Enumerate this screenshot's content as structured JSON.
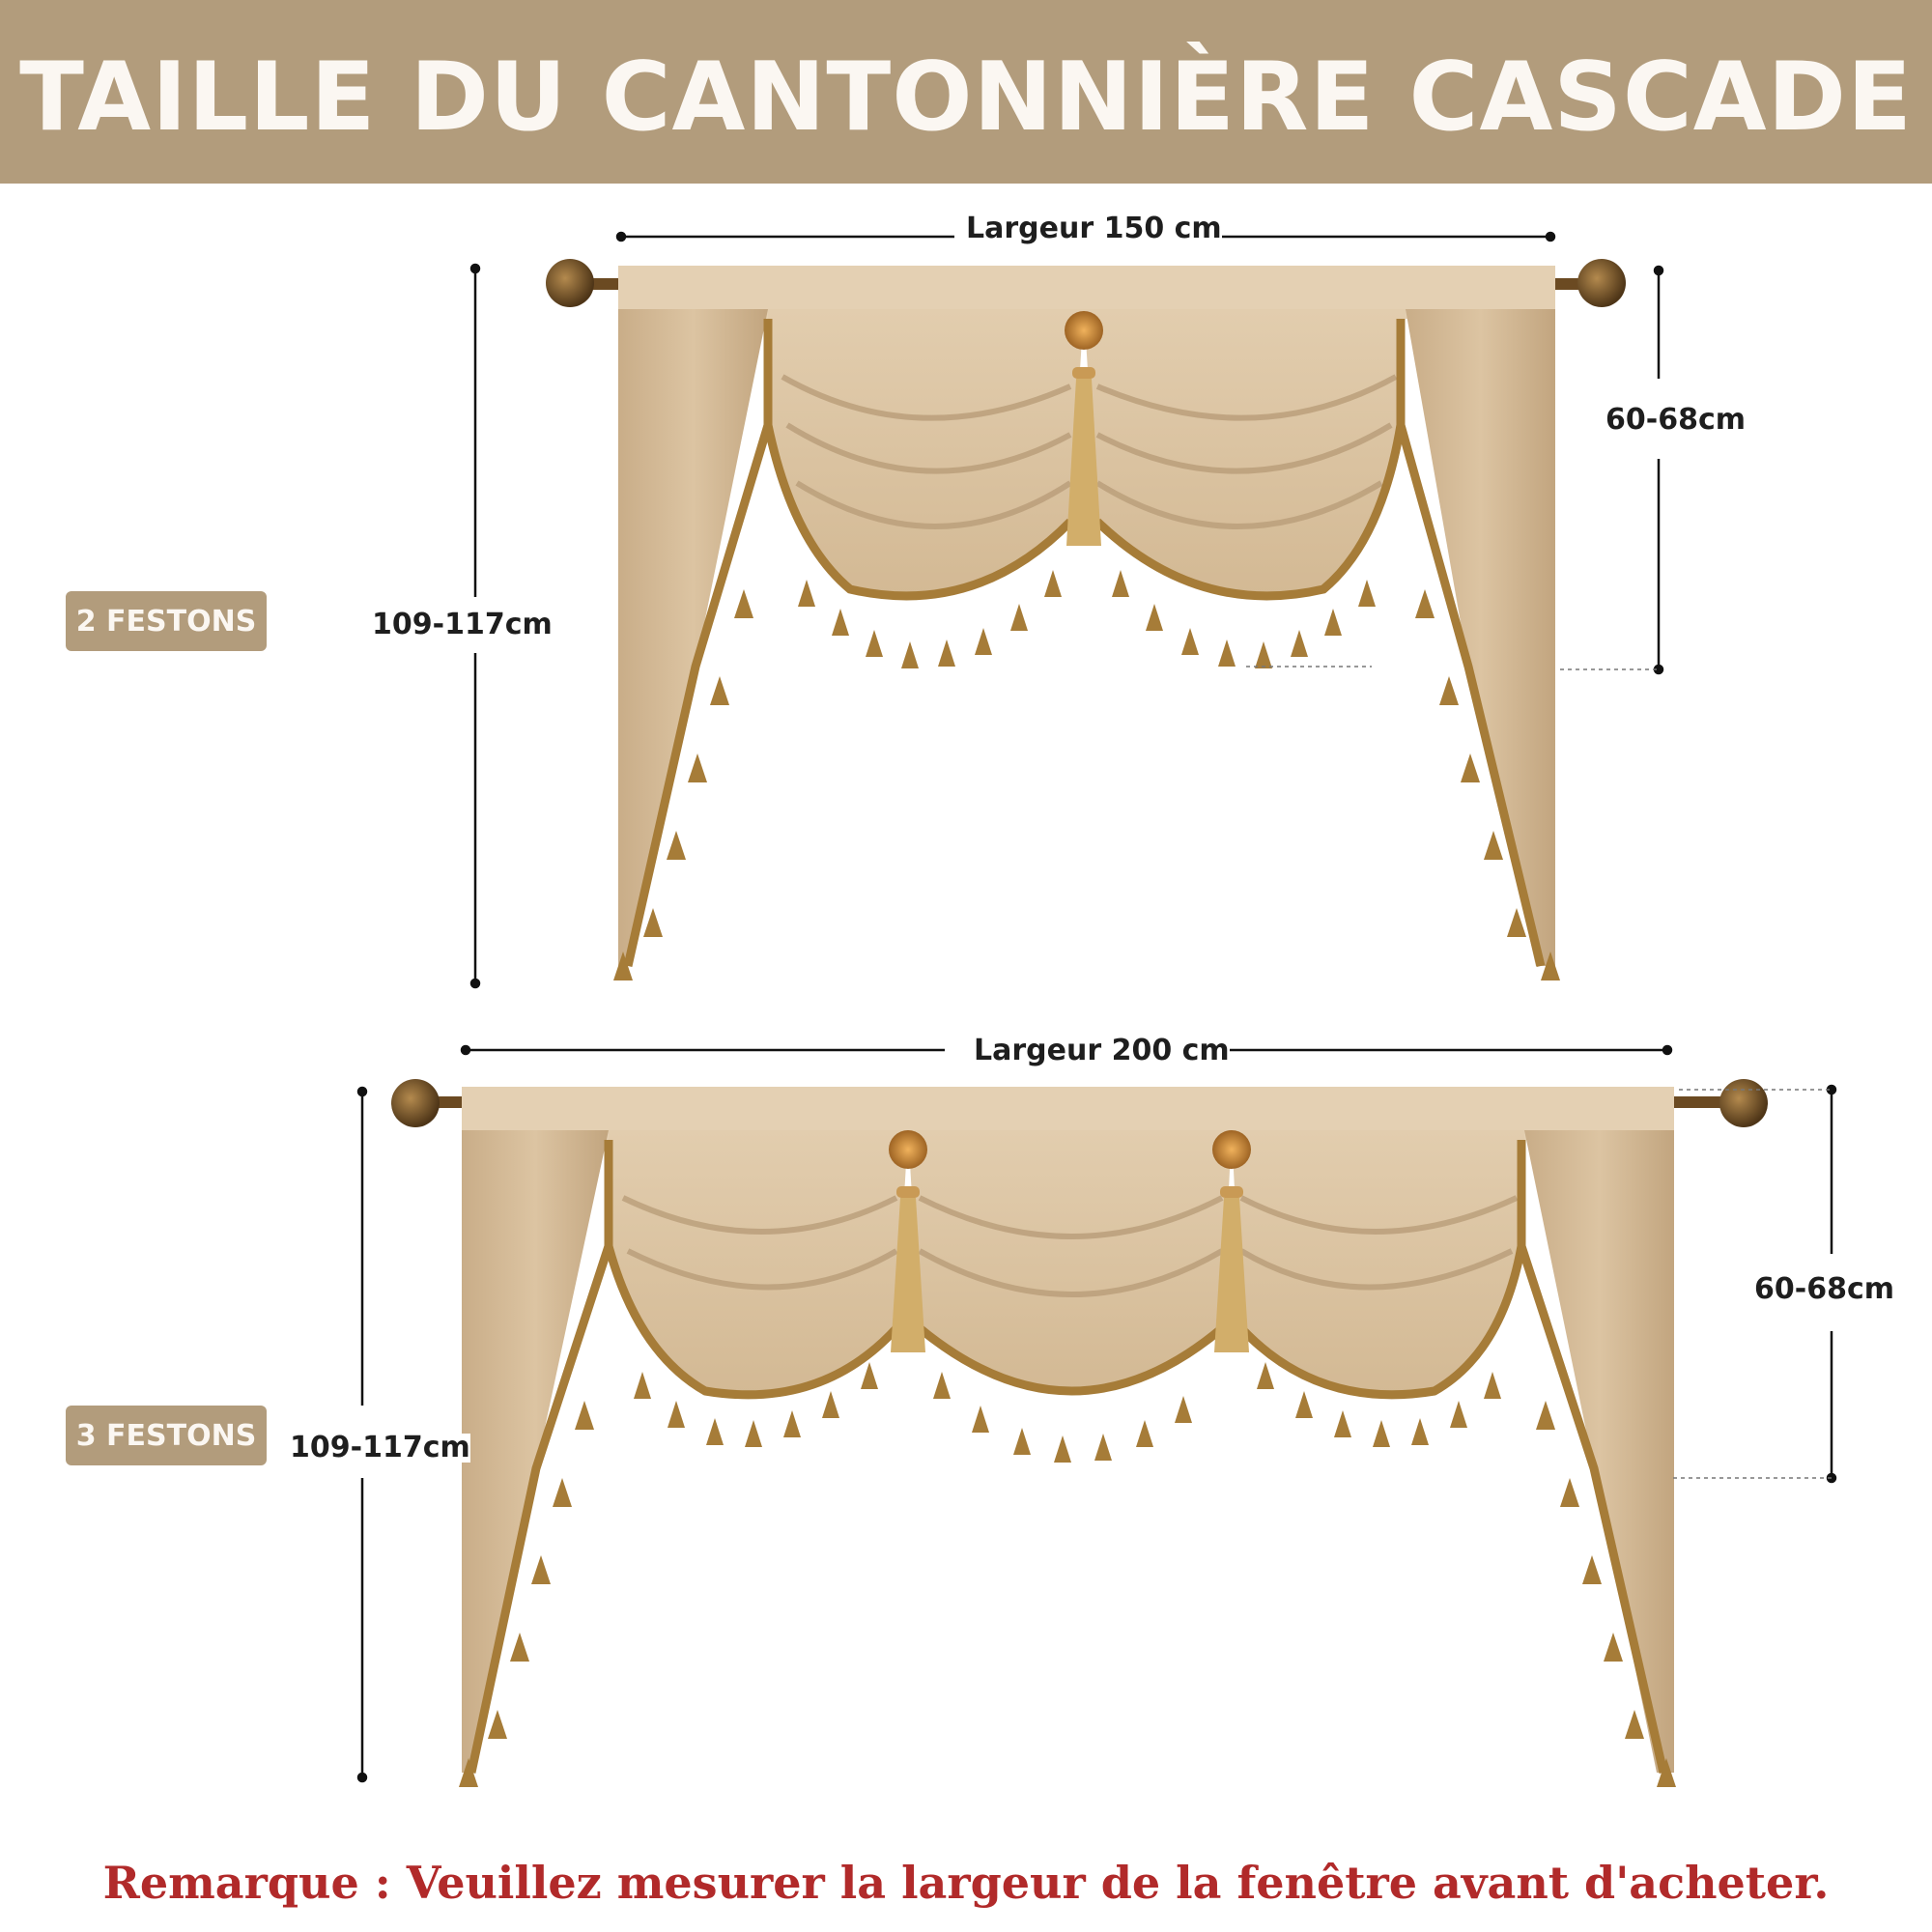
{
  "header": {
    "title": "TAILLE DU CANTONNIÈRE CASCADE"
  },
  "valance_1": {
    "tag": "2 FESTONS",
    "width_label": "Largeur 150 cm",
    "total_height_label": "109-117cm",
    "swag_height_label": "60-68cm"
  },
  "valance_2": {
    "tag": "3 FESTONS",
    "width_label": "Largeur 200 cm",
    "total_height_label": "109-117cm",
    "swag_height_label": "60-68cm"
  },
  "remark": "Remarque : Veuillez mesurer la largeur de la fenêtre avant d'acheter.",
  "colors": {
    "banner": "#b29c7c",
    "fabric": "#d9c2a2",
    "fabric_shadow": "#b99d79",
    "trim": "#a67c38",
    "rod": "#6b4a22",
    "remark_text": "#b12a2a"
  }
}
